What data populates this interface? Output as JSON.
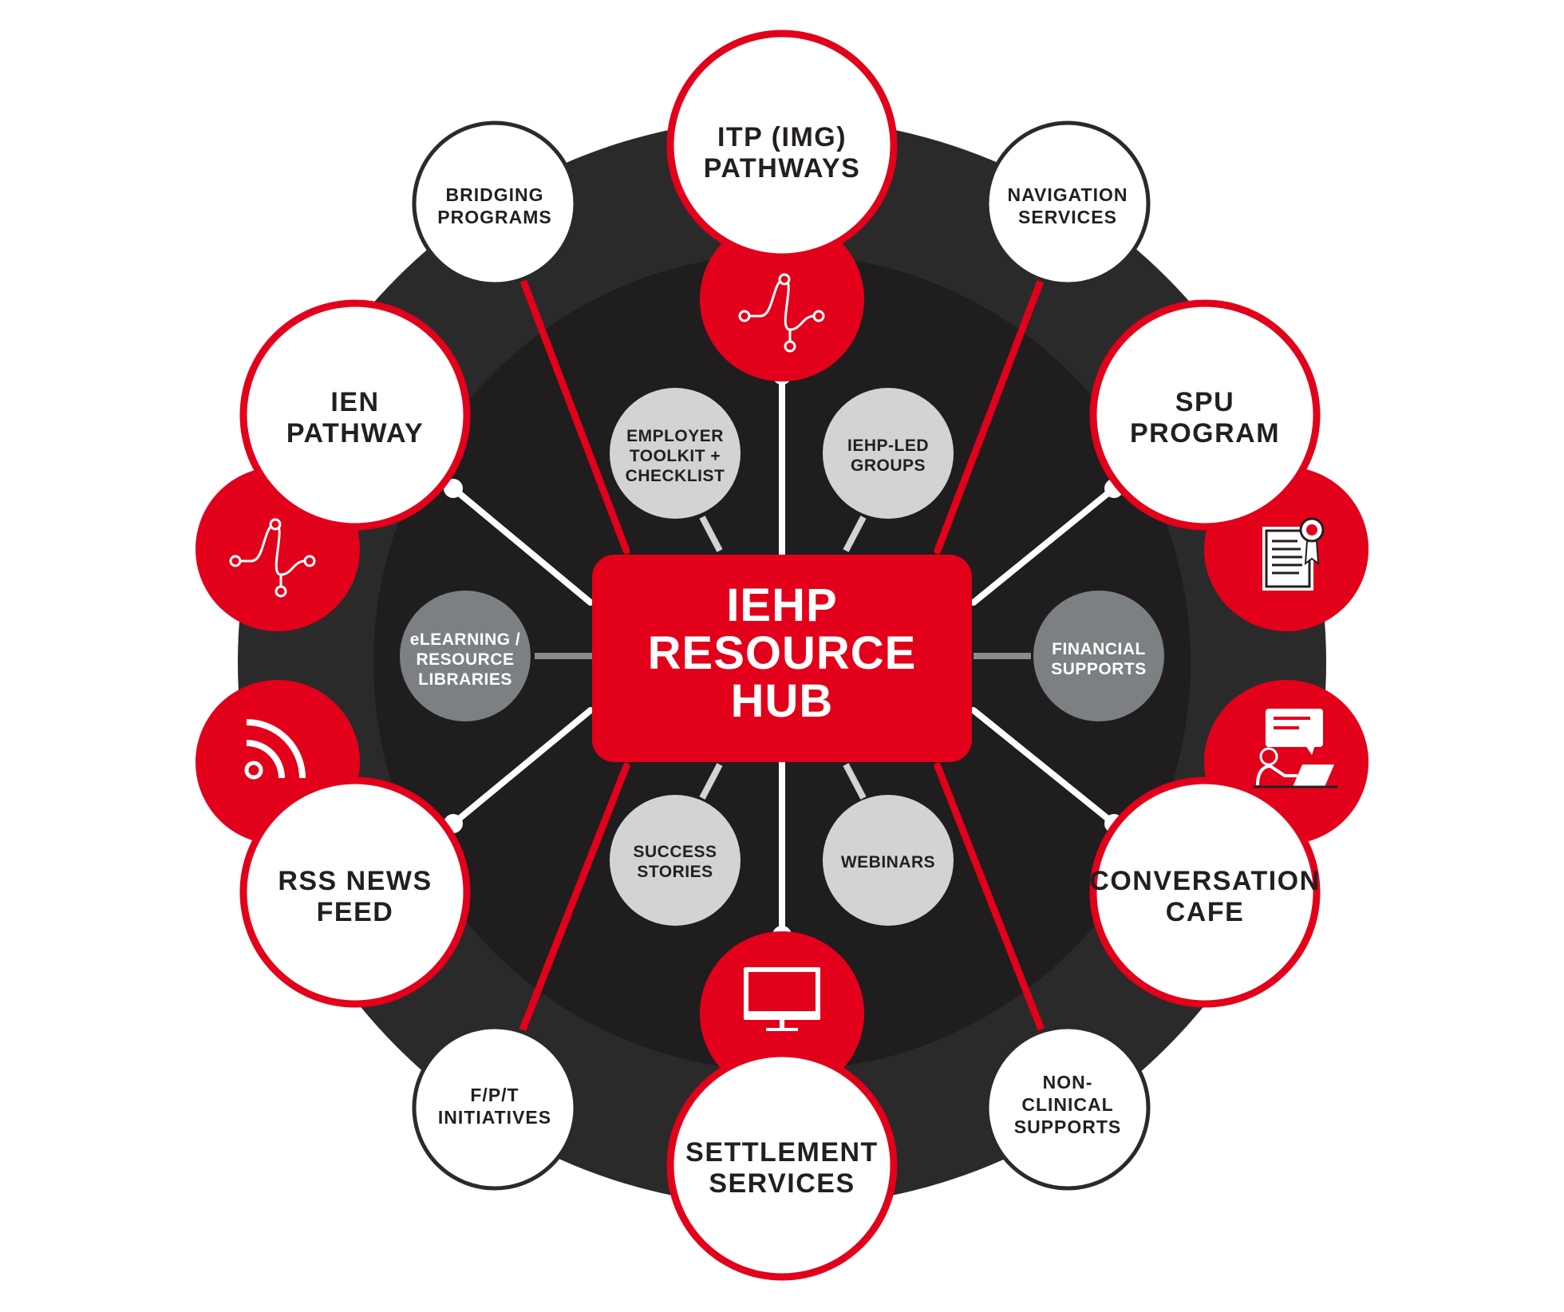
{
  "colors": {
    "outer_ring": "#2b2a2b",
    "inner_disc": "#1f1d1e",
    "accent_red": "#e2001a",
    "light_gray": "#d2d3d5",
    "mid_gray": "#7d8083",
    "white": "#ffffff",
    "text_dark": "#231f20"
  },
  "hub": {
    "lines": [
      "IEHP",
      "RESOURCE",
      "HUB"
    ]
  },
  "major_nodes": {
    "itp": {
      "lines": [
        "ITP (IMG)",
        "PATHWAYS"
      ],
      "icon": "pathway-icon"
    },
    "ien": {
      "lines": [
        "IEN",
        "PATHWAY"
      ],
      "icon": "pathway-icon"
    },
    "spu": {
      "lines": [
        "SPU",
        "PROGRAM"
      ],
      "icon": "certificate-icon"
    },
    "conversation": {
      "lines": [
        "CONVERSATION",
        "CAFE"
      ],
      "icon": "chat-laptop-icon"
    },
    "rss": {
      "lines": [
        "RSS NEWS",
        "FEED"
      ],
      "icon": "rss-icon"
    },
    "settlement": {
      "lines": [
        "SETTLEMENT",
        "SERVICES"
      ],
      "icon": "monitor-icon"
    }
  },
  "minor_nodes": {
    "bridging": {
      "lines": [
        "BRIDGING",
        "PROGRAMS"
      ]
    },
    "navigation": {
      "lines": [
        "NAVIGATION",
        "SERVICES"
      ]
    },
    "fpt": {
      "lines": [
        "F/P/T",
        "INITIATIVES"
      ]
    },
    "nonclinical": {
      "lines": [
        "NON-",
        "CLINICAL",
        "SUPPORTS"
      ]
    }
  },
  "inner_nodes": {
    "employer": {
      "lines": [
        "EMPLOYER",
        "TOOLKIT +",
        "CHECKLIST"
      ]
    },
    "iehp_groups": {
      "lines": [
        "IEHP-LED",
        "GROUPS"
      ]
    },
    "success": {
      "lines": [
        "SUCCESS",
        "STORIES"
      ]
    },
    "webinars": {
      "lines": [
        "WEBINARS"
      ]
    },
    "elearning": {
      "lines": [
        "eLEARNING /",
        "RESOURCE",
        "LIBRARIES"
      ]
    },
    "financial": {
      "lines": [
        "FINANCIAL",
        "SUPPORTS"
      ]
    }
  }
}
